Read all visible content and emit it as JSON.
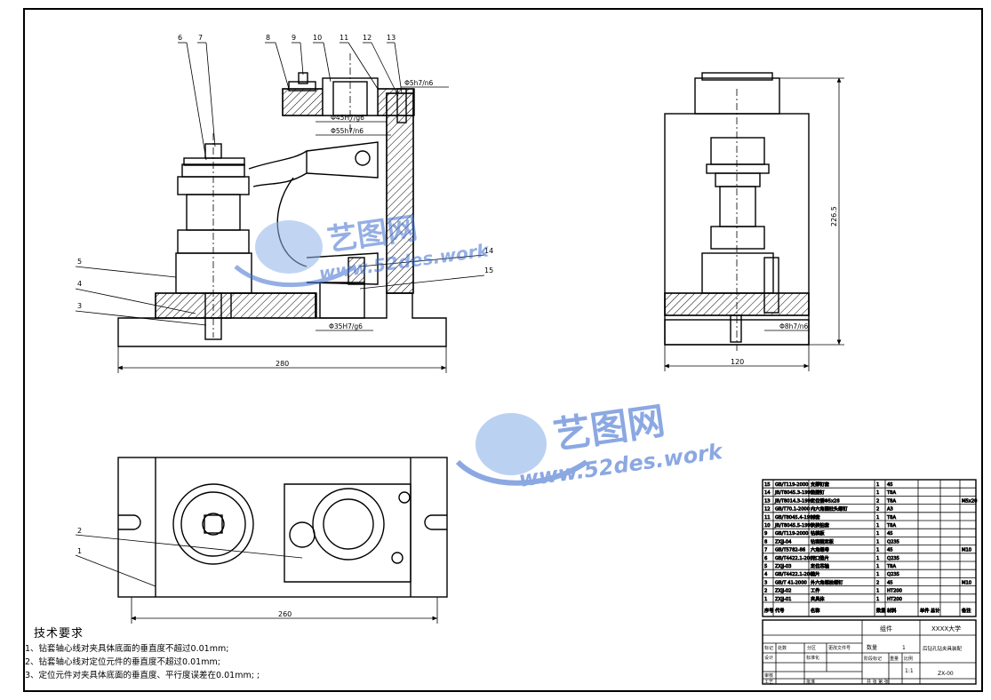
{
  "watermark": {
    "brand": "艺图网",
    "url": "www.52des.work",
    "color": "#3f6fd0"
  },
  "dimensions": {
    "front_width": "280",
    "side_width": "120",
    "side_height": "226.5",
    "top_width": "260"
  },
  "fits": {
    "bore_45": "Φ45H7/g6",
    "bore_55": "Φ55h7/n6",
    "pin_5": "Φ5h7/n6",
    "bore_35": "Φ35H7/g6",
    "pin_8": "Φ8h7/n6"
  },
  "callouts": [
    "1",
    "2",
    "3",
    "4",
    "5",
    "6",
    "7",
    "8",
    "9",
    "10",
    "11",
    "12",
    "13",
    "14",
    "15"
  ],
  "technical_requirements": {
    "title": "技术要求",
    "items": [
      "1、钻套轴心线对夹具体底面的垂直度不超过0.01mm;",
      "2、钻套轴心线对定位元件的垂直度不超过0.01mm;",
      "3、定位元件对夹具体底面的垂直度、平行度误差在0.01mm; ;"
    ]
  },
  "bom": [
    {
      "no": "15",
      "code": "GB/T119-2000",
      "name": "支撑钉套",
      "qty": "1",
      "mat": "45",
      "note": ""
    },
    {
      "no": "14",
      "code": "JB/T8045.3-1999",
      "name": "垫圈钉",
      "qty": "1",
      "mat": "T8A",
      "note": ""
    },
    {
      "no": "13",
      "code": "JB/T8014.3-1999",
      "name": "定位销Φ5x28",
      "qty": "2",
      "mat": "T8A",
      "note": "M5x20"
    },
    {
      "no": "12",
      "code": "GB/T70.1-2000",
      "name": "内六角圆柱头螺钉",
      "qty": "2",
      "mat": "A3",
      "note": ""
    },
    {
      "no": "11",
      "code": "GB/T8045.4-1999",
      "name": "衬套",
      "qty": "1",
      "mat": "T8A",
      "note": ""
    },
    {
      "no": "10",
      "code": "JB/T8045.5-1999",
      "name": "快换钻套",
      "qty": "1",
      "mat": "T8A",
      "note": ""
    },
    {
      "no": "9",
      "code": "GB/T119-2000",
      "name": "钻模板",
      "qty": "1",
      "mat": "45",
      "note": ""
    },
    {
      "no": "8",
      "code": "ZXJJ-04",
      "name": "钻套固定板",
      "qty": "1",
      "mat": "Q235",
      "note": ""
    },
    {
      "no": "7",
      "code": "GB/T5782-86",
      "name": "六角螺母",
      "qty": "1",
      "mat": "45",
      "note": "M10"
    },
    {
      "no": "6",
      "code": "GB/T4422.1-2002",
      "name": "开口垫片",
      "qty": "1",
      "mat": "Q235",
      "note": ""
    },
    {
      "no": "5",
      "code": "ZXJJ-03",
      "name": "定位芯轴",
      "qty": "1",
      "mat": "T8A",
      "note": ""
    },
    {
      "no": "4",
      "code": "GB/T4422.1-2002",
      "name": "垫片",
      "qty": "1",
      "mat": "Q235",
      "note": ""
    },
    {
      "no": "3",
      "code": "GB/T 41-2000",
      "name": "外六角螺栓螺钉",
      "qty": "2",
      "mat": "45",
      "note": "M10"
    },
    {
      "no": "2",
      "code": "ZXJJ-02",
      "name": "工件",
      "qty": "1",
      "mat": "HT200",
      "note": ""
    },
    {
      "no": "1",
      "code": "ZXJJ-01",
      "name": "夹具体",
      "qty": "1",
      "mat": "HT200",
      "note": ""
    }
  ],
  "bom_header": {
    "no": "序号",
    "code": "代号",
    "name": "名称",
    "qty": "数量",
    "mat": "材料",
    "weight": "单件 总计",
    "weight_sub": "重量",
    "note": "备注"
  },
  "title_block": {
    "school": "XXXX大学",
    "assembly": "组件",
    "drawing_title": "后钻孔钻夹具装配",
    "drawing_no": "ZX-00",
    "scale": "1:1",
    "qty_label": "数量",
    "qty_value": "1",
    "stage_label": "阶段标记",
    "weight_label": "重量",
    "scale_label": "比例",
    "sheet_label": "共  张  第  张",
    "design_label": "设计",
    "check_label": "审核",
    "process_label": "工艺",
    "approve_label": "批准",
    "mark_label": "标记",
    "count_label": "处数",
    "zone_label": "分区",
    "change_label": "更改文件号",
    "sign_label": "签名",
    "date_label": "年.月.日",
    "std_label": "标准化"
  }
}
